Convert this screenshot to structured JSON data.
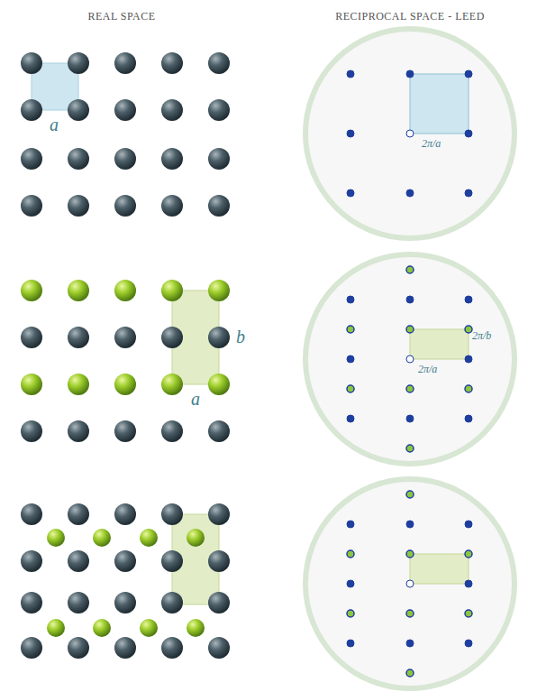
{
  "diagram": {
    "labels": [
      "REAL SPACE",
      "RECIPROCAL SPACE - LEED",
      "a",
      "2π/a",
      "b",
      "a",
      "2π/b",
      "2π/a"
    ]
  }
}
